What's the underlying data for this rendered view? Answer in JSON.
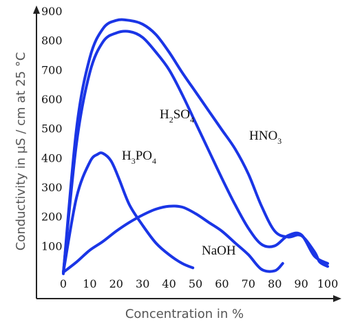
{
  "chart_data": {
    "type": "line",
    "xlabel": "Concentration in %",
    "ylabel": "Conductivity in µS / cm at 25 °C",
    "xlim": [
      0,
      100
    ],
    "ylim": [
      0,
      900
    ],
    "x_ticks": [
      "0",
      "10",
      "20",
      "30",
      "40",
      "50",
      "60",
      "70",
      "80",
      "90",
      "100"
    ],
    "y_ticks": [
      "100",
      "200",
      "300",
      "400",
      "500",
      "600",
      "700",
      "800",
      "900"
    ],
    "grid": false,
    "legend": "none",
    "color": "#1a35e6",
    "series": [
      {
        "name_base": "HNO",
        "name_sub": "3",
        "points": [
          [
            0,
            5
          ],
          [
            5,
            500
          ],
          [
            10,
            740
          ],
          [
            15,
            840
          ],
          [
            20,
            868
          ],
          [
            25,
            868
          ],
          [
            30,
            855
          ],
          [
            35,
            820
          ],
          [
            40,
            760
          ],
          [
            45,
            690
          ],
          [
            50,
            625
          ],
          [
            55,
            560
          ],
          [
            60,
            495
          ],
          [
            65,
            430
          ],
          [
            70,
            345
          ],
          [
            75,
            235
          ],
          [
            80,
            150
          ],
          [
            85,
            130
          ],
          [
            90,
            135
          ],
          [
            95,
            80
          ],
          [
            97,
            45
          ],
          [
            100,
            30
          ]
        ]
      },
      {
        "name_base": "H",
        "name_sub_a": "2",
        "name_mid": "SO",
        "name_sub_b": "4",
        "points": [
          [
            0,
            10
          ],
          [
            5,
            450
          ],
          [
            10,
            690
          ],
          [
            15,
            795
          ],
          [
            20,
            825
          ],
          [
            25,
            830
          ],
          [
            30,
            810
          ],
          [
            35,
            760
          ],
          [
            40,
            700
          ],
          [
            45,
            615
          ],
          [
            50,
            520
          ],
          [
            55,
            425
          ],
          [
            60,
            330
          ],
          [
            65,
            240
          ],
          [
            70,
            160
          ],
          [
            75,
            105
          ],
          [
            80,
            100
          ],
          [
            85,
            135
          ],
          [
            90,
            138
          ],
          [
            95,
            65
          ],
          [
            100,
            40
          ]
        ]
      },
      {
        "name_base": "H",
        "name_sub_a": "3",
        "name_mid": "PO",
        "name_sub_b": "4",
        "points": [
          [
            0,
            10
          ],
          [
            5,
            265
          ],
          [
            10,
            385
          ],
          [
            13,
            412
          ],
          [
            15,
            415
          ],
          [
            18,
            390
          ],
          [
            21,
            330
          ],
          [
            25,
            240
          ],
          [
            30,
            170
          ],
          [
            35,
            110
          ],
          [
            40,
            70
          ],
          [
            45,
            40
          ],
          [
            49,
            25
          ]
        ]
      },
      {
        "name": "NaOH",
        "points": [
          [
            0,
            10
          ],
          [
            5,
            45
          ],
          [
            10,
            85
          ],
          [
            15,
            115
          ],
          [
            20,
            150
          ],
          [
            25,
            180
          ],
          [
            30,
            205
          ],
          [
            35,
            225
          ],
          [
            40,
            235
          ],
          [
            45,
            232
          ],
          [
            50,
            210
          ],
          [
            55,
            180
          ],
          [
            60,
            150
          ],
          [
            65,
            110
          ],
          [
            70,
            70
          ],
          [
            75,
            20
          ],
          [
            80,
            15
          ],
          [
            83,
            40
          ]
        ]
      }
    ]
  }
}
